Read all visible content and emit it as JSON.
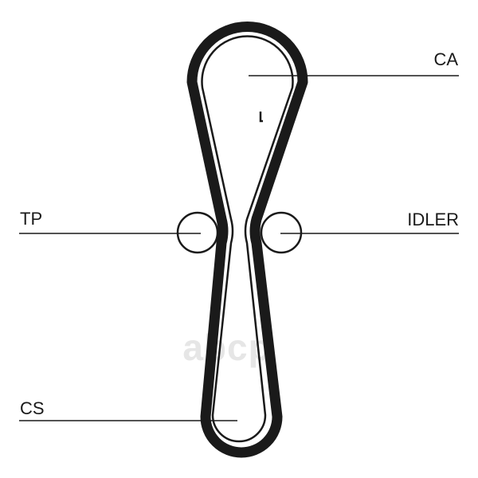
{
  "diagram": {
    "labels": {
      "ca": "CA",
      "tp": "TP",
      "idler": "IDLER",
      "cs": "CS"
    },
    "watermark": "abcp",
    "colors": {
      "stroke": "#1a1a1a",
      "background": "#ffffff",
      "watermark": "#e6e6e6"
    }
  }
}
